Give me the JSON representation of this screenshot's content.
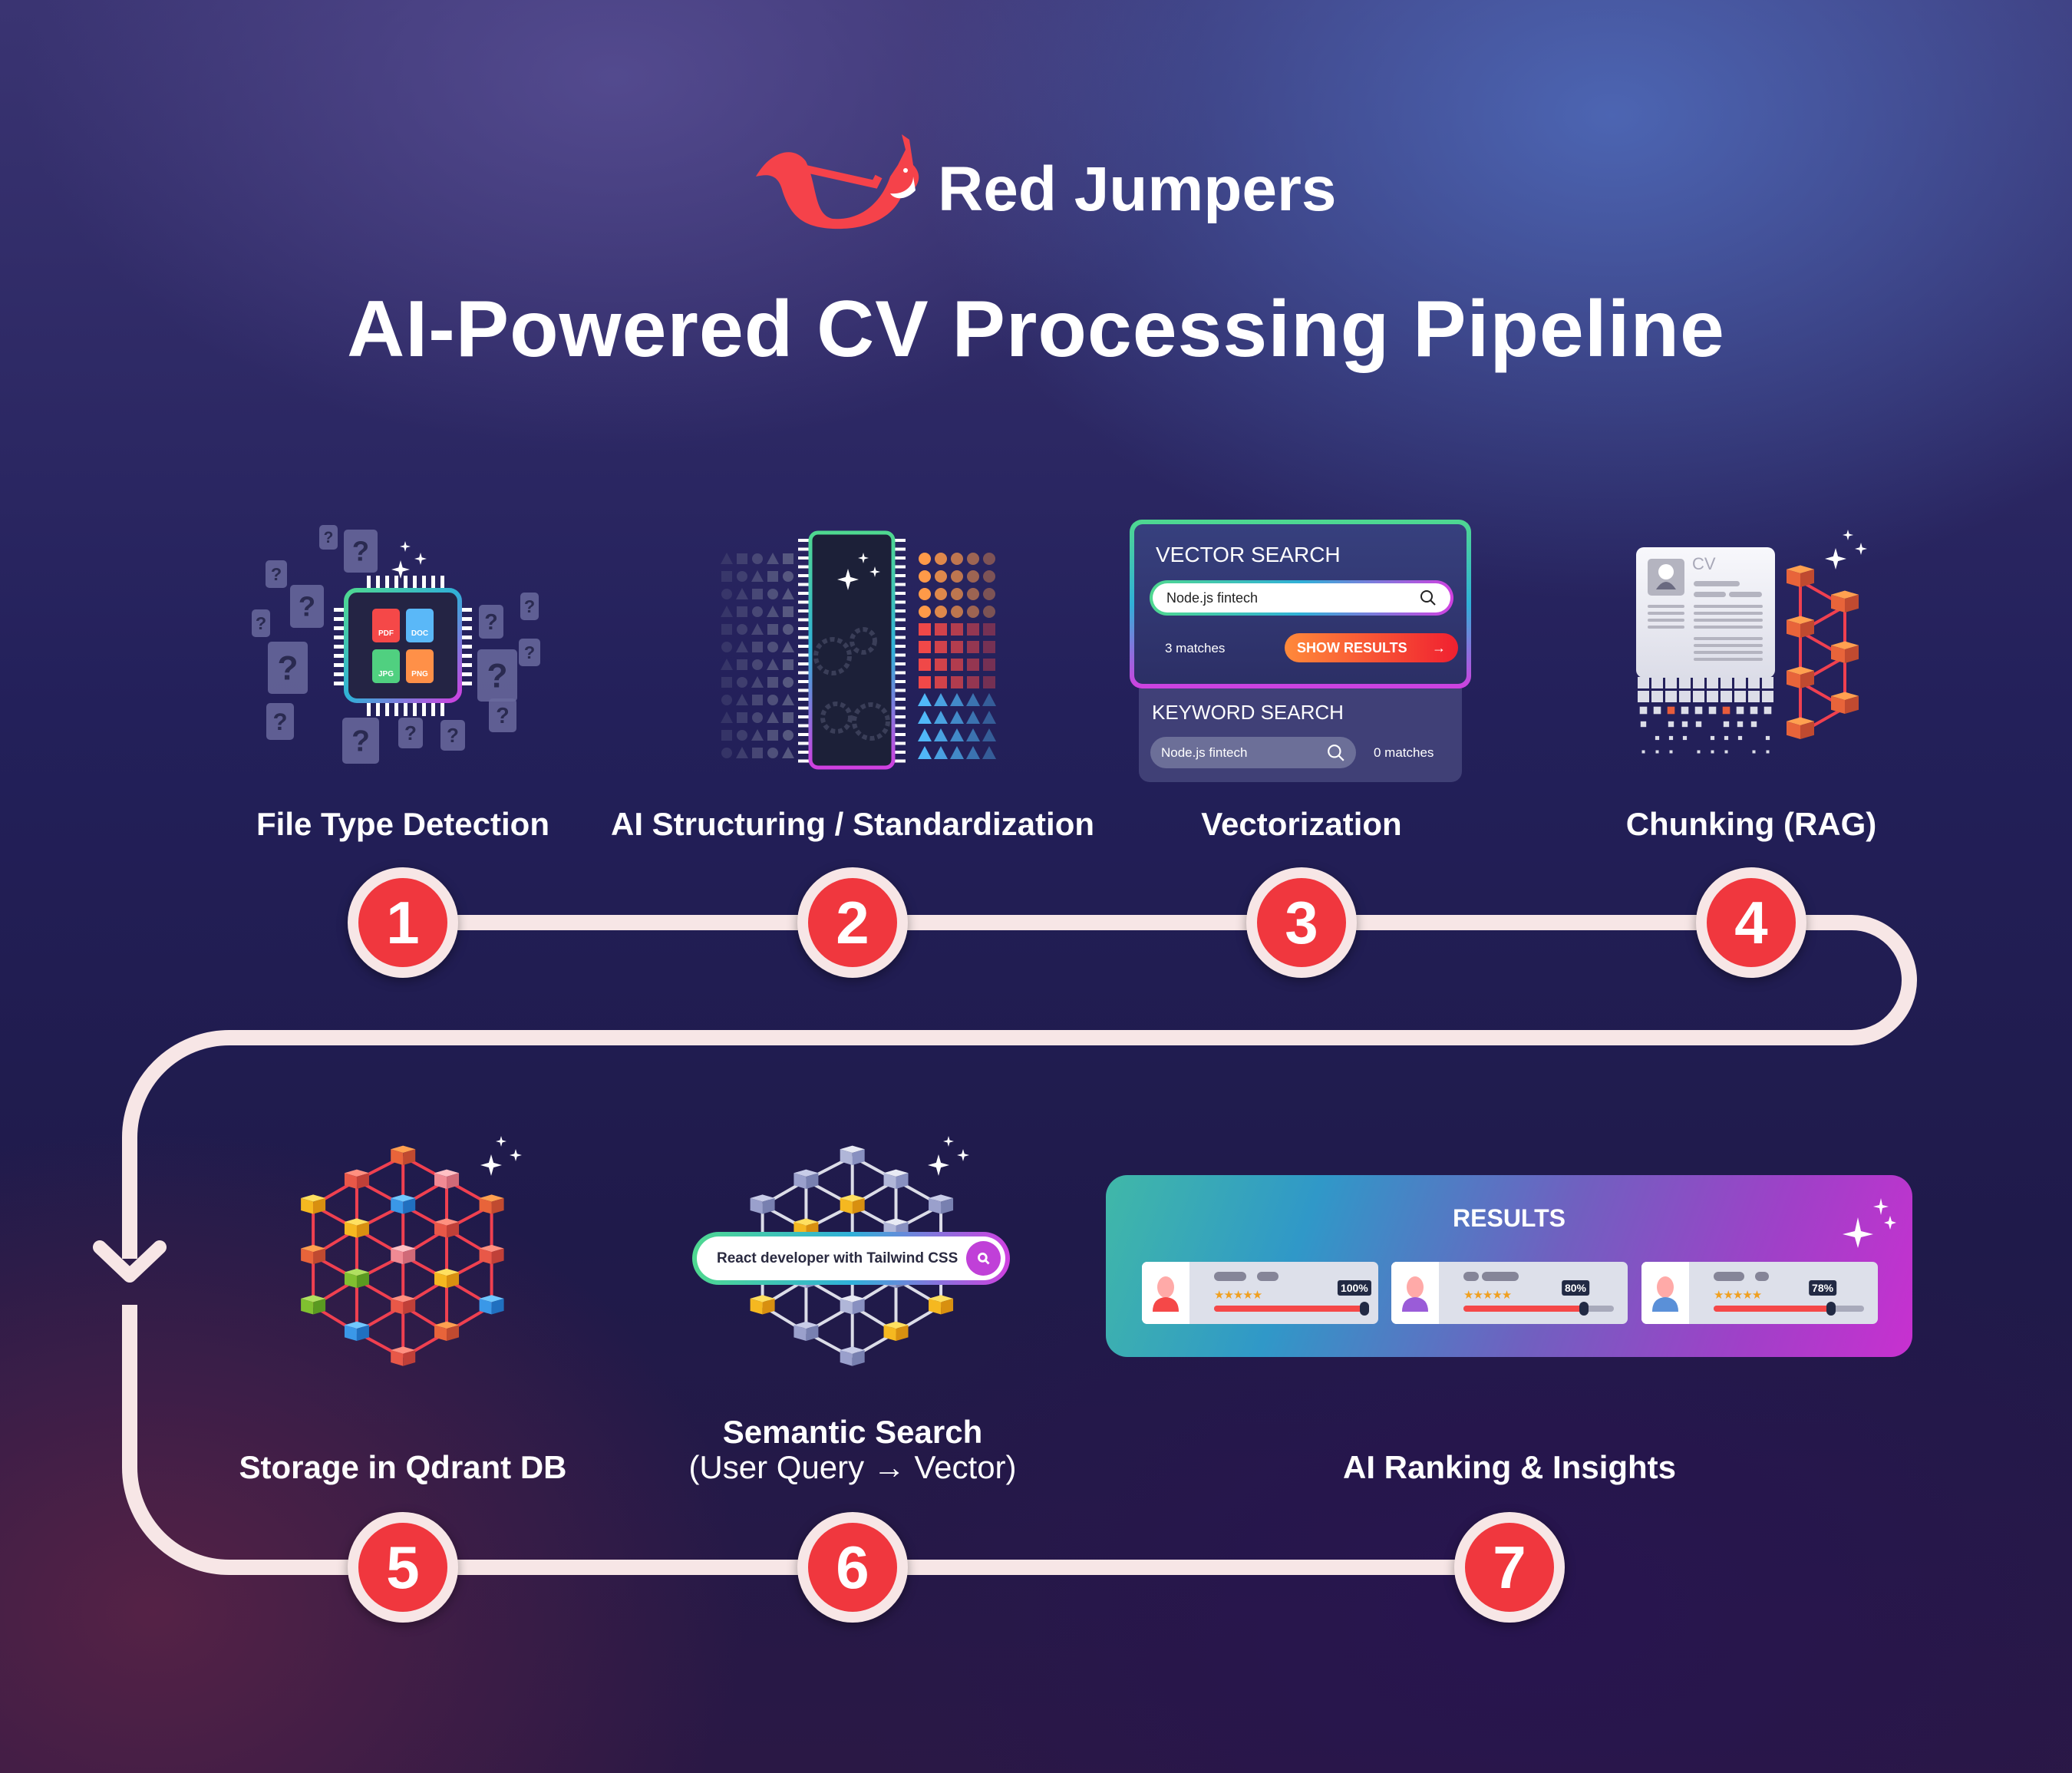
{
  "brand": {
    "name": "Red Jumpers",
    "logo_icon": "red-squirrel-logo",
    "color": "#f5424a"
  },
  "title": "AI-Powered CV Processing Pipeline",
  "steps": [
    {
      "number": "1",
      "label": "File Type Detection"
    },
    {
      "number": "2",
      "label": "AI Structuring / Standardization"
    },
    {
      "number": "3",
      "label": "Vectorization"
    },
    {
      "number": "4",
      "label": "Chunking (RAG)"
    },
    {
      "number": "5",
      "label": "Storage in Qdrant DB"
    },
    {
      "number": "6",
      "label": "Semantic Search",
      "sublabel": "(User Query → Vector)"
    },
    {
      "number": "7",
      "label": "AI Ranking & Insights"
    }
  ],
  "file_types": [
    "PDF",
    "DOC",
    "JPG",
    "PNG"
  ],
  "vector_search": {
    "title": "VECTOR SEARCH",
    "query": "Node.js fintech",
    "matches": "3 matches",
    "button": "SHOW RESULTS"
  },
  "keyword_search": {
    "title": "KEYWORD SEARCH",
    "query": "Node.js fintech",
    "matches": "0 matches"
  },
  "cv_label": "CV",
  "semantic_query": "React developer with Tailwind CSS",
  "results": {
    "title": "RESULTS",
    "cards": [
      {
        "score": "100%",
        "value": 100,
        "stars": "★★★★★",
        "avatar_color": "#f54848"
      },
      {
        "score": "80%",
        "value": 80,
        "stars": "★★★★★",
        "avatar_color": "#9a5cd8"
      },
      {
        "score": "78%",
        "value": 78,
        "stars": "★★★★★",
        "avatar_color": "#5a90d8"
      }
    ]
  },
  "colors": {
    "step_circle": "#f0373e",
    "path": "#f7e6e6",
    "accent_green": "#4fd890",
    "accent_magenta": "#d040e0"
  }
}
